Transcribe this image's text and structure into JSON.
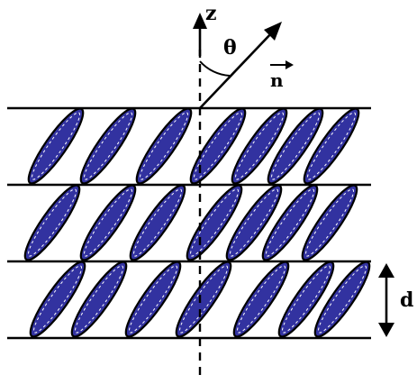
{
  "labels": {
    "axis": "z",
    "angle": "θ",
    "director": "n",
    "spacing": "d"
  },
  "layers": {
    "count": 3,
    "molecules_per_layer": 7
  },
  "colors": {
    "molecule_fill": "#3232a0",
    "molecule_outline": "#000000",
    "highlight": "#ffffff",
    "line": "#000000",
    "background": "#ffffff"
  }
}
